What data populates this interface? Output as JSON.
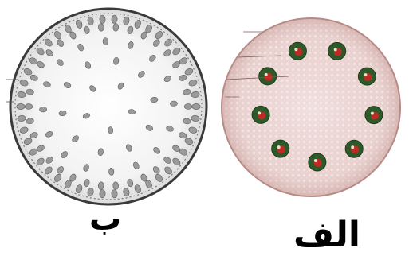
{
  "figure": {
    "panels": [
      {
        "id": "b",
        "label": "ب",
        "kind": "monocot-stem-cross-section",
        "background_color": "#f4f4f4",
        "outline_color": "#3a3a3a",
        "bundle_color": "#9a9a9a"
      },
      {
        "id": "alef",
        "label": "الف",
        "kind": "dicot-stem-cross-section",
        "background_color": "#ecd6d4",
        "outline_color": "#b88a86",
        "bundle_outer_color": "#2e5a2a",
        "bundle_inner_color": "#c02a24"
      }
    ]
  }
}
